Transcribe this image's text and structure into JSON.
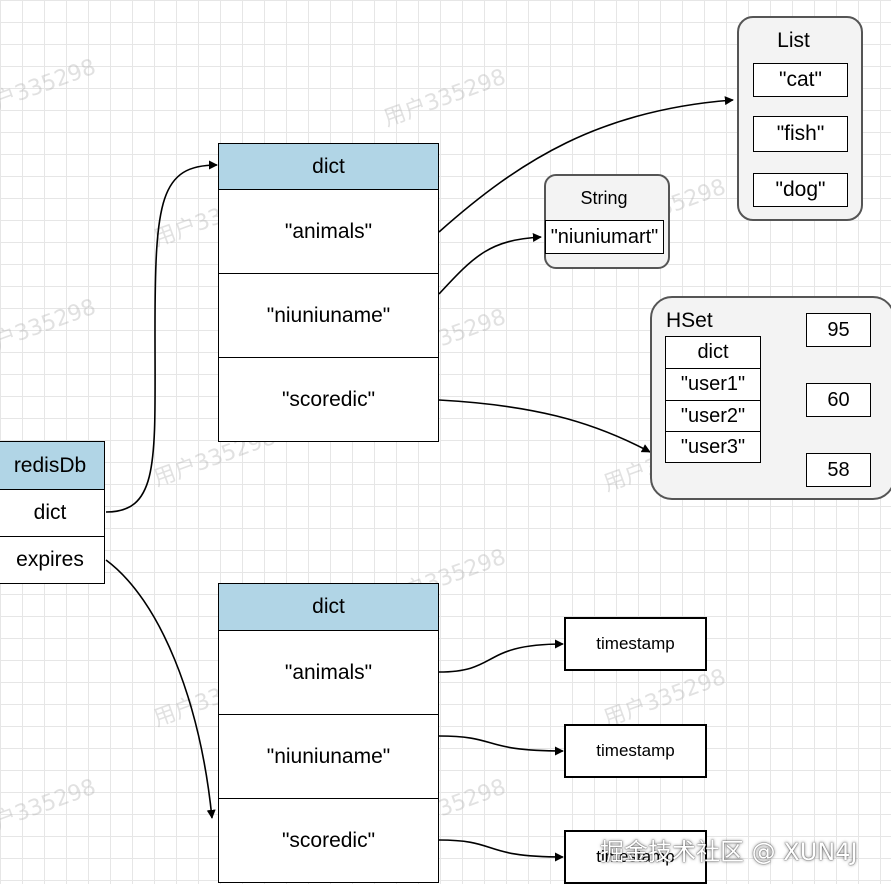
{
  "redisdb": {
    "title": "redisDb",
    "fields": [
      "dict",
      "expires"
    ]
  },
  "dict_table": {
    "header": "dict",
    "keys": [
      "\"animals\"",
      "\"niuniuname\"",
      "\"scoredic\""
    ]
  },
  "expires_table": {
    "header": "dict",
    "keys": [
      "\"animals\"",
      "\"niuniuname\"",
      "\"scoredic\""
    ],
    "values": [
      "timestamp",
      "timestamp",
      "timestamp"
    ]
  },
  "list": {
    "title": "List",
    "items": [
      "\"cat\"",
      "\"fish\"",
      "\"dog\""
    ]
  },
  "string": {
    "title": "String",
    "value": "\"niuniumart\""
  },
  "hset": {
    "title": "HSet",
    "fields": [
      "dict",
      "\"user1\"",
      "\"user2\"",
      "\"user3\""
    ],
    "values": [
      "95",
      "60",
      "58"
    ]
  },
  "watermark": {
    "text": "用户335298",
    "brand": "掘金技术社区 @ XUN4J"
  },
  "colors": {
    "header_fill": "#b1d5e6",
    "container_fill": "#f3f3f3",
    "grid": "#e6e6e6"
  }
}
